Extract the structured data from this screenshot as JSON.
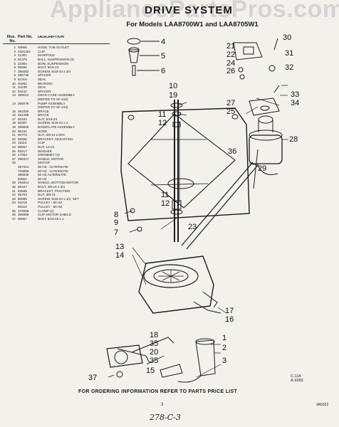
{
  "watermark": "AppliancePartsPros.com",
  "title": "DRIVE SYSTEM",
  "subtitle": "For Models LAA8700W1 and LAA8705W1",
  "table": {
    "header_ref": "Illus. No.",
    "header_part": "Part No.",
    "header_desc": "DESCRIPTION",
    "rows": [
      {
        "ref": "1",
        "part": "93658",
        "desc": "HOSE, TUB OUTLET"
      },
      {
        "ref": "2",
        "part": "3421322",
        "desc": "CLIP"
      },
      {
        "ref": "3",
        "part": "21351",
        "desc": "MANIFOLD"
      },
      {
        "ref": "4",
        "part": "91375",
        "desc": "BALL, SUSPENSION (3)"
      },
      {
        "ref": "5",
        "part": "21864",
        "desc": "BOW, SUSPENSION"
      },
      {
        "ref": "6",
        "part": "96585",
        "desc": "BOLT, 5/16-24"
      },
      {
        "ref": "7",
        "part": "359253",
        "desc": "SCREW, 5/16-24 x 3/4"
      },
      {
        "ref": "8",
        "part": "285746",
        "desc": "SPACER"
      },
      {
        "ref": "9",
        "part": "91318",
        "desc": "SEAL"
      },
      {
        "ref": "10",
        "part": "94292",
        "desc": "BEARING"
      },
      {
        "ref": "11",
        "part": "34139",
        "desc": "SEAL"
      },
      {
        "ref": "12",
        "part": "93442",
        "desc": "SPACER"
      },
      {
        "ref": "13",
        "part": "389012",
        "desc": "GEAR CASE ASSEMBLY"
      },
      {
        "ref": "",
        "part": "",
        "desc": "(REFER TO SF-242)"
      },
      {
        "ref": "14",
        "part": "285076",
        "desc": "PUMP ASSEMBLY"
      },
      {
        "ref": "",
        "part": "",
        "desc": "(REFER TO SF-243)"
      },
      {
        "ref": "15",
        "part": "351050",
        "desc": "BRACE"
      },
      {
        "ref": "16",
        "part": "351499",
        "desc": "BRACE"
      },
      {
        "ref": "17",
        "part": "90183",
        "desc": "NUT, 5/16-24"
      },
      {
        "ref": "18",
        "part": "90387",
        "desc": "SCREW, 5/16-24 x 2"
      },
      {
        "ref": "19",
        "part": "368825",
        "desc": "BASEPLATE ASSEMBLY"
      },
      {
        "ref": "20",
        "part": "90131",
        "desc": "HOSE"
      },
      {
        "ref": "21",
        "part": "90776",
        "desc": "NUT, 3/8-16 LOCK"
      },
      {
        "ref": "22",
        "part": "93386",
        "desc": "BRACKET, ADJUSTING"
      },
      {
        "ref": "23",
        "part": "18113",
        "desc": "CLIP"
      },
      {
        "ref": "24",
        "part": "90557",
        "desc": "NUT, 12-24"
      },
      {
        "ref": "25",
        "part": "93217",
        "desc": "WASHER"
      },
      {
        "ref": "26",
        "part": "17053",
        "desc": "GROMMET (4)"
      },
      {
        "ref": "27",
        "part": "395317",
        "desc": "SHIELD, MOTOR"
      },
      {
        "ref": "28",
        "part": "",
        "desc": "MOTOR"
      },
      {
        "ref": "",
        "part": "387314",
        "desc": "60 HZ - ALTERNATE"
      },
      {
        "ref": "",
        "part": "703986",
        "desc": "60 HZ - ALTERNATE"
      },
      {
        "ref": "",
        "part": "385948",
        "desc": "50 HZ ALTERNATE"
      },
      {
        "ref": "",
        "part": "83652",
        "desc": "50 HZ"
      },
      {
        "ref": "29",
        "part": "284814",
        "desc": "SHIELD, BOTTOM MOTOR"
      },
      {
        "ref": "30",
        "part": "90167",
        "desc": "BOLT, 3/8-16 x 3/4"
      },
      {
        "ref": "31",
        "part": "93689",
        "desc": "BRACKET, PIVOTING"
      },
      {
        "ref": "32",
        "part": "95703",
        "desc": "NUT, 3/8-16"
      },
      {
        "ref": "33",
        "part": "90899",
        "desc": "SCREW, 5/16-24 x 1/2, SET"
      },
      {
        "ref": "34",
        "part": "93218",
        "desc": "PULLEY - 60 HZ"
      },
      {
        "ref": "",
        "part": "93219",
        "desc": "PULLEY - 50 HZ"
      },
      {
        "ref": "35",
        "part": "372558",
        "desc": "CLAMP (2)"
      },
      {
        "ref": "36",
        "part": "356086",
        "desc": "CLIP, MOTOR SHIELD"
      },
      {
        "ref": "37",
        "part": "90867",
        "desc": "BOLT, 5/16-18 x 1"
      }
    ]
  },
  "callouts": {
    "n1": "1",
    "n2": "2",
    "n3": "3",
    "n4": "4",
    "n5": "5",
    "n6": "6",
    "n7": "7",
    "n8": "8",
    "n9": "9",
    "n10": "10",
    "n11": "11",
    "n12": "12",
    "n13": "13",
    "n14": "14",
    "n15": "15",
    "n16": "16",
    "n17": "17",
    "n18": "18",
    "n19": "19",
    "n20": "20",
    "n21": "21",
    "n22": "22",
    "n23": "23",
    "n24": "24",
    "n25": "25",
    "n26": "26",
    "n27": "27",
    "n28": "28",
    "n29": "29",
    "n30": "30",
    "n31": "31",
    "n32": "32",
    "n33": "33",
    "n34": "34",
    "n35": "35",
    "n36": "36",
    "n37": "37",
    "n11b": "11",
    "n12b": "12",
    "n35b": "35",
    "n20b": "20"
  },
  "figure_code": "A-9283",
  "figure_code_top": "C-114",
  "footer": "FOR ORDERING INFORMATION REFER TO PARTS PRICE LIST",
  "page_number": "3",
  "side_code": "3A5322",
  "hand_mark": "278-C-3"
}
